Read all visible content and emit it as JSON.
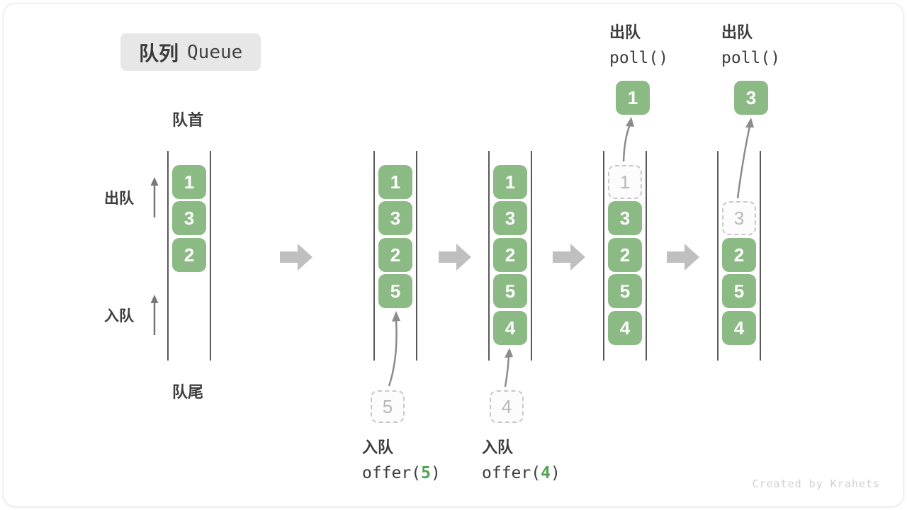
{
  "title": {
    "zh": "队列",
    "en": "Queue"
  },
  "labels": {
    "front": "队首",
    "rear": "队尾",
    "dequeue": "出队",
    "enqueue": "入队"
  },
  "colors": {
    "box_green": "#8cba84",
    "code_num_green": "#55a054",
    "block_arrow_gray": "#bfbfbf",
    "thin_arrow_gray": "#8c8c8c",
    "wall_gray": "#595959",
    "dashed_border": "#c9c9c9",
    "title_bg": "#e7e7e7"
  },
  "states": [
    {
      "name": "initial",
      "cells": [
        "1",
        "3",
        "2"
      ]
    },
    {
      "name": "after-offer-5",
      "cells": [
        "1",
        "3",
        "2",
        "5"
      ],
      "pending": "5",
      "op_label": "入队",
      "op_pre": "offer(",
      "op_num": "5",
      "op_post": ")"
    },
    {
      "name": "after-offer-4",
      "cells": [
        "1",
        "3",
        "2",
        "5",
        "4"
      ],
      "pending": "4",
      "op_label": "入队",
      "op_pre": "offer(",
      "op_num": "4",
      "op_post": ")"
    },
    {
      "name": "after-poll-1",
      "removed": "1",
      "cells": [
        "3",
        "2",
        "5",
        "4"
      ],
      "popped": "1",
      "op_label": "出队",
      "op_code": "poll()"
    },
    {
      "name": "after-poll-3",
      "removed": "3",
      "cells": [
        "2",
        "5",
        "4"
      ],
      "popped": "3",
      "op_label": "出队",
      "op_code": "poll()"
    }
  ],
  "watermark": "Created by Krahets"
}
